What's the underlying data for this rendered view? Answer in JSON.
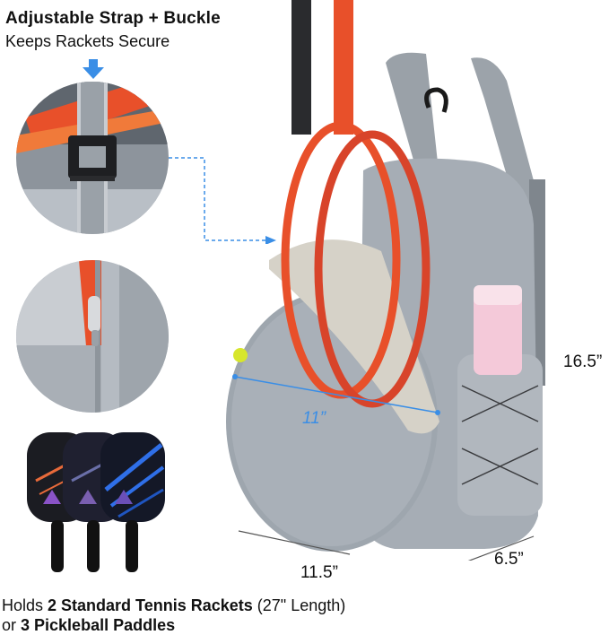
{
  "headline": {
    "title": "Adjustable Strap + Buckle",
    "subtitle": "Keeps Rackets Secure"
  },
  "dimensions": {
    "height": "16.5”",
    "width": "11.5”",
    "depth": "6.5”",
    "pocket_width": "11”"
  },
  "caption": {
    "line1_pre": "Holds ",
    "line1_bold": "2 Standard Tennis Rackets",
    "line1_post": " (27\" Length)",
    "line2_pre": "or ",
    "line2_bold": "3 Pickleball Paddles"
  },
  "colors": {
    "accent_blue": "#3a8ee6",
    "bag_gray": "#a6adb5",
    "racket_orange": "#e8502a"
  }
}
